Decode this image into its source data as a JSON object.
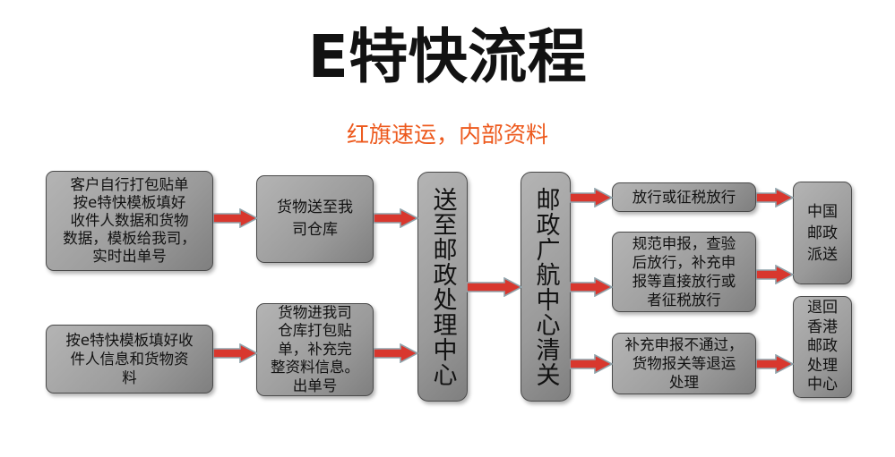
{
  "header": {
    "title": "E特快流程",
    "subtitle": "红旗速运，内部资料"
  },
  "colors": {
    "title": "#121212",
    "subtitle": "#ed5a1e",
    "arrow_fill": "#d8372e",
    "arrow_outline": "#8fa3ab",
    "node_fill_light": "#b4b4b4",
    "node_fill_dark": "#7f7f7f",
    "node_border": "#4a4a4a",
    "background": "#ffffff"
  },
  "nodes": [
    {
      "id": "customer-pack-label",
      "text": "客户自行打包贴单\n按e特快模板填好\n收件人数据和货物\n数据，模板给我司，\n实时出单号",
      "orientation": "horizontal"
    },
    {
      "id": "goods-to-warehouse",
      "text": "货物送至我\n司仓库",
      "orientation": "horizontal"
    },
    {
      "id": "fill-template",
      "text": "按e特快模板填好收\n件人信息和货物资\n料",
      "orientation": "horizontal"
    },
    {
      "id": "goods-in-warehouse",
      "text": "货物进我司\n仓库打包贴\n单，补充完\n整资料信息。\n出单号",
      "orientation": "horizontal"
    },
    {
      "id": "post-processing-center",
      "text": "送至邮政处理中心",
      "orientation": "vertical"
    },
    {
      "id": "guanghang-customs",
      "text": "邮政广航中心清关",
      "orientation": "vertical"
    },
    {
      "id": "release-or-tax",
      "text": "放行或征税放行",
      "orientation": "horizontal"
    },
    {
      "id": "standard-declaration",
      "text": "规范申报，查验\n后放行，补充申\n报等直接放行或\n者征税放行",
      "orientation": "horizontal"
    },
    {
      "id": "supplement-rejected",
      "text": "补充申报不通过，\n货物报关等退运\n处理",
      "orientation": "horizontal"
    },
    {
      "id": "china-post-delivery",
      "text": "中国\n邮政\n派送",
      "orientation": "horizontal"
    },
    {
      "id": "return-hongkong",
      "text": "退回\n香港\n邮政\n处理\n中心",
      "orientation": "horizontal"
    }
  ],
  "arrows": [
    {
      "id": "arrow-customer-to-warehouse",
      "direction": "right"
    },
    {
      "id": "arrow-warehouse-to-post-center",
      "direction": "right"
    },
    {
      "id": "arrow-fill-to-warehouse-in",
      "direction": "right"
    },
    {
      "id": "arrow-warehouse-in-to-post-center",
      "direction": "right"
    },
    {
      "id": "arrow-post-center-to-customs",
      "direction": "right"
    },
    {
      "id": "arrow-customs-to-release",
      "direction": "right"
    },
    {
      "id": "arrow-customs-to-declaration",
      "direction": "right"
    },
    {
      "id": "arrow-customs-to-rejected",
      "direction": "right"
    },
    {
      "id": "arrow-release-to-delivery",
      "direction": "right"
    },
    {
      "id": "arrow-declaration-to-delivery",
      "direction": "right"
    },
    {
      "id": "arrow-rejected-to-return",
      "direction": "right"
    }
  ]
}
